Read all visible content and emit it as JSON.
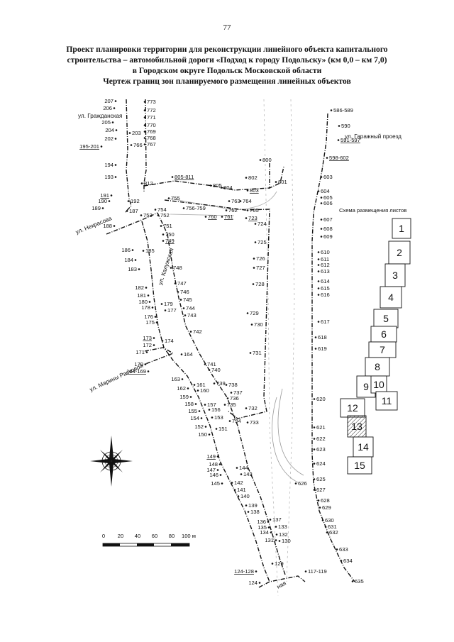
{
  "page_number": "77",
  "title_lines": [
    "Проект планировки территории для реконструкции линейного объекта капитального",
    "строительства – автомобильной дороги «Подход к городу Подольску» (км 0,0 – км 7,0)",
    "в Городском округе Подольск Московской области",
    "Чертеж границ зон планируемого размещения линейных объектов"
  ],
  "streets": {
    "grazhdanskaya": "ул. Гражданская",
    "nekrasova": "ул. Некрасова",
    "kaluzhskaya": "ул. Калужская",
    "mariny_raskovoy": "ул. Марины Расковой",
    "garazhny": "ул. Гаражный проезд",
    "bottom_fragment": "ная"
  },
  "sheet_scheme": {
    "title": "Схема размещения листов",
    "sheets": [
      "1",
      "2",
      "3",
      "4",
      "5",
      "6",
      "7",
      "8",
      "9",
      "10",
      "11",
      "12",
      "13",
      "14",
      "15"
    ]
  },
  "scale_bar": {
    "labels": [
      "0",
      "20",
      "40",
      "60",
      "80",
      "100 м"
    ]
  },
  "compass": {
    "icon": "compass-rose-icon"
  },
  "point_labels": {
    "207": "207",
    "206": "206",
    "205": "205",
    "204": "204",
    "203": "203",
    "202": "202",
    "195_201": "195-201",
    "194": "194",
    "193": "193",
    "192": "192",
    "191": "191",
    "190": "190",
    "189": "189",
    "188": "188",
    "187": "187",
    "186": "186",
    "185": "185",
    "184": "184",
    "183": "183",
    "182": "182",
    "181": "181",
    "180": "180",
    "179": "179",
    "178": "178",
    "177": "177",
    "176": "176",
    "175": "175",
    "174": "174",
    "173": "173",
    "172": "172",
    "171": "171",
    "170": "170",
    "164_169": "164-169",
    "164": "164",
    "163": "163",
    "162": "162",
    "161": "161",
    "160": "160",
    "159": "159",
    "158": "158",
    "157": "157",
    "156": "156",
    "155": "155",
    "154": "154",
    "153": "153",
    "152": "152",
    "151": "151",
    "150": "150",
    "149": "149",
    "148": "148",
    "147": "147",
    "146": "146",
    "145": "145",
    "144": "144",
    "143": "143",
    "142": "142",
    "141": "141",
    "140": "140",
    "139": "139",
    "138": "138",
    "137": "137",
    "136": "136",
    "135": "135",
    "134": "134",
    "133": "133",
    "132": "132",
    "131": "131",
    "130": "130",
    "129": "129",
    "124_128": "124-128",
    "124": "124",
    "117_119": "117-119",
    "773": "773",
    "772": "772",
    "771": "771",
    "770": "770",
    "769": "769",
    "768": "768",
    "767": "767",
    "766": "766",
    "812": "812",
    "805_811": "805-811",
    "805": "805",
    "804": "804",
    "803": "803",
    "802": "802",
    "801": "801",
    "800": "800",
    "755": "755",
    "754": "754",
    "753": "753",
    "752": "752",
    "751": "751",
    "750": "750",
    "749": "749",
    "748": "748",
    "747": "747",
    "746": "746",
    "745": "745",
    "744": "744",
    "743": "743",
    "742": "742",
    "741": "741",
    "740": "740",
    "739": "739",
    "738": "738",
    "737": "737",
    "736": "736",
    "735": "735",
    "734": "734",
    "733": "733",
    "732": "732",
    "731": "731",
    "730": "730",
    "729": "729",
    "728": "728",
    "727": "727",
    "726": "726",
    "725": "725",
    "724": "724",
    "723": "723",
    "765": "765",
    "764": "764",
    "763": "763",
    "762": "762",
    "761": "761",
    "760": "760",
    "756_759": "756-759",
    "586_589": "586-589",
    "590": "590",
    "591_597": "591-597",
    "598_602": "598-602",
    "603": "603",
    "604": "604",
    "605": "605",
    "606": "606",
    "607": "607",
    "608": "608",
    "609": "609",
    "610": "610",
    "611": "611",
    "612": "612",
    "613": "613",
    "614": "614",
    "615": "615",
    "616": "616",
    "617": "617",
    "618": "618",
    "619": "619",
    "620": "620",
    "621": "621",
    "622": "622",
    "623": "623",
    "624": "624",
    "625": "625",
    "626": "626",
    "627": "627",
    "628": "628",
    "629": "629",
    "630": "630",
    "631": "631",
    "632": "632",
    "633": "633",
    "634": "634",
    "635": "635"
  }
}
